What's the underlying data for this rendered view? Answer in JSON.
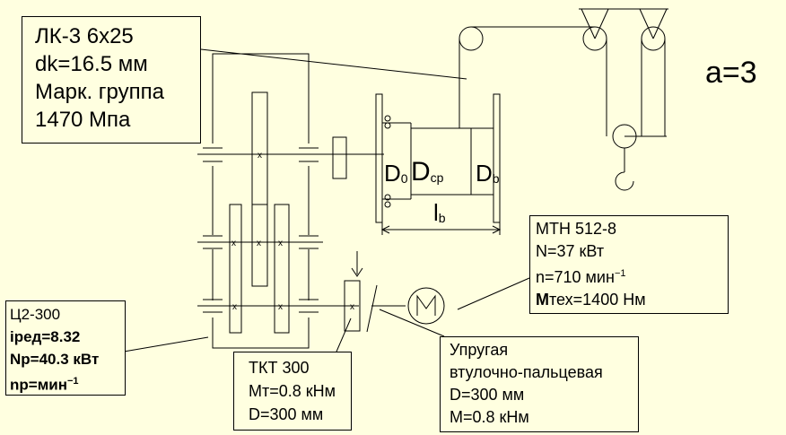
{
  "ratio_label": "a=3",
  "rope": {
    "line1": "ЛК-3 6х25",
    "line2": "dk=16.5 мм",
    "line3": "Марк. группа",
    "line4": "1470 Мпа"
  },
  "reducer": {
    "model": "Ц2-300",
    "ratio": "iред=8.32",
    "power": "Nр=40.3 кВт",
    "speed_prefix": "nр=мин",
    "speed_sup": "−1"
  },
  "brake": {
    "model": "ТКТ 300",
    "torque": "Мт=0.8 кНм",
    "diameter": "D=300 мм"
  },
  "coupling": {
    "type1": "Упругая",
    "type2": "втулочно-пальцевая",
    "diameter": "D=300 мм",
    "torque": "М=0.8 кНм"
  },
  "motor": {
    "model": "МТН 512-8",
    "power": "N=37 кВт",
    "speed_prefix": "n=710 мин",
    "speed_sup": "−1",
    "torque_prefix": "М",
    "torque_rest": "тех=1400 Нм",
    "symbol": "М"
  },
  "drum": {
    "d0_main": "D",
    "d0_sub": "0",
    "dcp_main": "D",
    "dcp_sub": "ср",
    "db_main": "D",
    "db_sub": "b",
    "lb_main": "l",
    "lb_sub": "b"
  },
  "gear_mark": "x"
}
